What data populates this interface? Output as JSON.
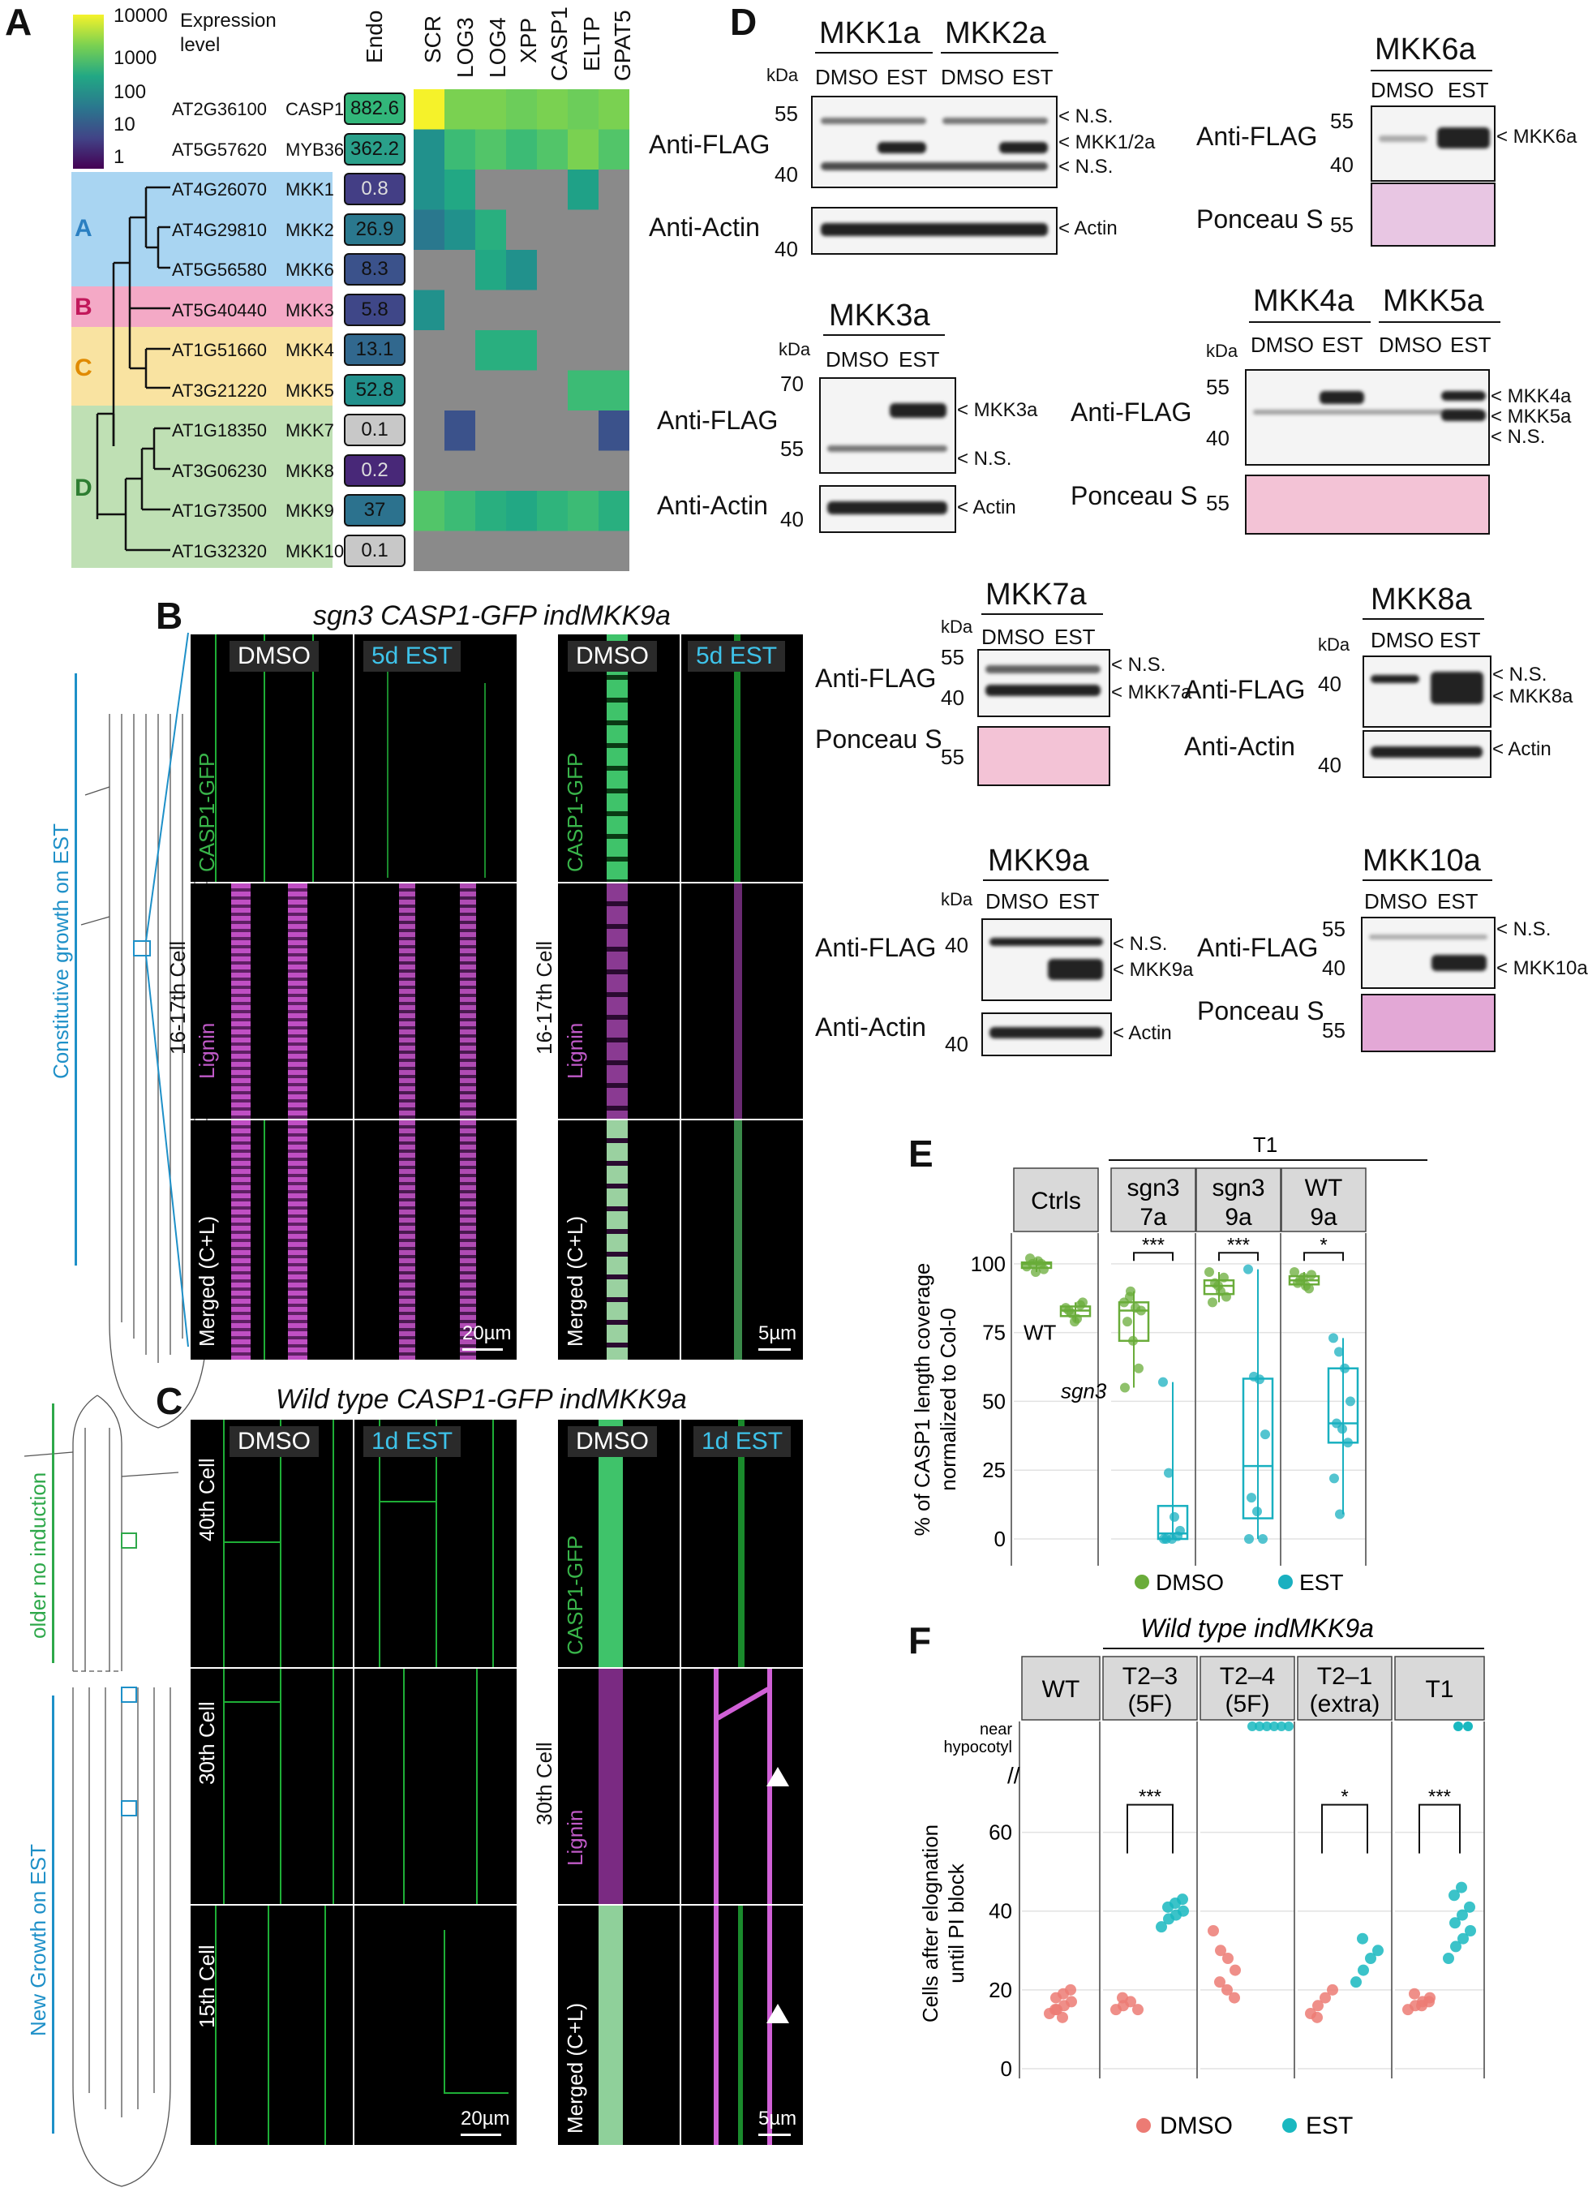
{
  "panels": {
    "A": "A",
    "B": "B",
    "C": "C",
    "D": "D",
    "E": "E",
    "F": "F"
  },
  "panelA": {
    "legend_title_1": "Expression",
    "legend_title_2": "level",
    "legend_ticks": [
      "10000",
      "1000",
      "100",
      "10",
      "1"
    ],
    "columns": [
      "Endo",
      "SCR",
      "LOG3",
      "LOG4",
      "XPP",
      "CASP1",
      "ELTP",
      "GPAT5"
    ],
    "groups": [
      {
        "label": "A",
        "color": "#a9d5f2"
      },
      {
        "label": "B",
        "color": "#f4a9c6"
      },
      {
        "label": "C",
        "color": "#f9e3a1"
      },
      {
        "label": "D",
        "color": "#bfe0b4"
      }
    ],
    "rows": [
      {
        "id": "AT2G36100",
        "name": "CASP1",
        "endo": "882.6"
      },
      {
        "id": "AT5G57620",
        "name": "MYB36",
        "endo": "362.2"
      },
      {
        "id": "AT4G26070",
        "name": "MKK1",
        "endo": "0.8"
      },
      {
        "id": "AT4G29810",
        "name": "MKK2",
        "endo": "26.9"
      },
      {
        "id": "AT5G56580",
        "name": "MKK6",
        "endo": "8.3"
      },
      {
        "id": "AT5G40440",
        "name": "MKK3",
        "endo": "5.8"
      },
      {
        "id": "AT1G51660",
        "name": "MKK4",
        "endo": "13.1"
      },
      {
        "id": "AT3G21220",
        "name": "MKK5",
        "endo": "52.8"
      },
      {
        "id": "AT1G18350",
        "name": "MKK7",
        "endo": "0.1"
      },
      {
        "id": "AT3G06230",
        "name": "MKK8",
        "endo": "0.2"
      },
      {
        "id": "AT1G73500",
        "name": "MKK9",
        "endo": "37"
      },
      {
        "id": "AT1G32320",
        "name": "MKK10",
        "endo": "0.1"
      }
    ]
  },
  "panelB": {
    "title": "sgn3 CASP1-GFP indMKK9a",
    "dmso": "DMSO",
    "est": "5d EST",
    "side_label": "Constitutive growth on EST",
    "cell_label": "16-17th Cell",
    "row_labels": [
      "CASP1-GFP",
      "Lignin",
      "Merged (C+L)"
    ],
    "scale1": "20µm",
    "scale2": "5µm"
  },
  "panelC": {
    "title": "Wild type CASP1-GFP indMKK9a",
    "dmso": "DMSO",
    "est": "1d EST",
    "side_label_1": "older no induction",
    "side_label_2": "New Growth on EST",
    "cells": [
      "40th Cell",
      "30th Cell",
      "15th Cell"
    ],
    "cell_right": "30th Cell",
    "row_labels": [
      "CASP1-GFP",
      "Lignin",
      "Merged (C+L)"
    ],
    "scale1": "20µm",
    "scale2": "5µm"
  },
  "panelD": {
    "kda": "kDa",
    "dmso": "DMSO",
    "est": "EST",
    "anti_flag": "Anti-FLAG",
    "anti_actin": "Anti-Actin",
    "ponceau": "Ponceau S",
    "ns": "< N.S.",
    "actin": "< Actin",
    "mkk1a": "MKK1a",
    "mkk2a": "MKK2a",
    "mkk12": "< MKK1/2a",
    "mkk6a": "MKK6a",
    "mkk6lab": "< MKK6a",
    "mkk3a": "MKK3a",
    "mkk3lab": "< MKK3a",
    "mkk4a": "MKK4a",
    "mkk5a": "MKK5a",
    "mkk4lab": "< MKK4a",
    "mkk5lab": "< MKK5a",
    "mkk7a": "MKK7a",
    "mkk7lab": "< MKK7a",
    "mkk8a": "MKK8a",
    "mkk8lab": "< MKK8a",
    "mkk9a": "MKK9a",
    "mkk9lab": "< MKK9a",
    "mkk10a": "MKK10a",
    "mkk10lab": "< MKK10a",
    "k55": "55",
    "k40": "40",
    "k70": "70"
  },
  "chart_data": [
    {
      "type": "box",
      "panel": "E",
      "ylabel": "% of CASP1 length coverage normalized to Col-0",
      "ylim": [
        0,
        100
      ],
      "yticks": [
        "0",
        "25",
        "50",
        "75",
        "100"
      ],
      "t1_label": "T1",
      "facets": [
        "Ctrls",
        "sgn3 7a",
        "sgn3 9a",
        "WT 9a"
      ],
      "annotations": [
        "WT",
        "sgn3"
      ],
      "significance": [
        "***",
        "***",
        "*"
      ],
      "legend": [
        "DMSO",
        "EST"
      ],
      "series": [
        {
          "facet": "Ctrls",
          "group": "WT",
          "treatment": "DMSO",
          "values": [
            99,
            100,
            101,
            98,
            102,
            97,
            100
          ]
        },
        {
          "facet": "Ctrls",
          "group": "sgn3",
          "treatment": "DMSO",
          "values": [
            84,
            82,
            80,
            86,
            83,
            79,
            85
          ]
        },
        {
          "facet": "sgn3 7a",
          "treatment": "DMSO",
          "values": [
            86,
            88,
            84,
            83,
            79,
            72,
            62,
            55,
            90
          ]
        },
        {
          "facet": "sgn3 7a",
          "treatment": "EST",
          "values": [
            57,
            24,
            8,
            3,
            0,
            0,
            1,
            0
          ]
        },
        {
          "facet": "sgn3 9a",
          "treatment": "DMSO",
          "values": [
            97,
            93,
            90,
            88,
            86,
            92,
            95
          ]
        },
        {
          "facet": "sgn3 9a",
          "treatment": "EST",
          "values": [
            98,
            59,
            58,
            38,
            15,
            10,
            0,
            0
          ]
        },
        {
          "facet": "WT 9a",
          "treatment": "DMSO",
          "values": [
            97,
            94,
            92,
            96,
            93,
            95,
            91
          ]
        },
        {
          "facet": "WT 9a",
          "treatment": "EST",
          "values": [
            73,
            68,
            62,
            50,
            42,
            40,
            35,
            22,
            9
          ]
        }
      ]
    },
    {
      "type": "scatter",
      "panel": "F",
      "title": "Wild type indMKK9a",
      "ylabel": "Cells after elognation until PI block",
      "ylim": [
        0,
        70
      ],
      "yticks": [
        "0",
        "20",
        "40",
        "60"
      ],
      "break_label": "near hypocotyl",
      "facets": [
        "WT",
        "T2–3 (5F)",
        "T2–4 (5F)",
        "T2–1 (extra)",
        "T1"
      ],
      "significance": [
        "***",
        "*",
        "***"
      ],
      "legend": [
        "DMSO",
        "EST"
      ],
      "series": [
        {
          "facet": "WT",
          "treatment": "DMSO",
          "values": [
            14,
            15,
            16,
            17,
            18,
            19,
            20,
            15,
            13
          ]
        },
        {
          "facet": "T2–3 (5F)",
          "treatment": "DMSO",
          "values": [
            15,
            16,
            17,
            15,
            18
          ]
        },
        {
          "facet": "T2–3 (5F)",
          "treatment": "EST",
          "values": [
            36,
            38,
            39,
            40,
            41,
            42,
            43
          ]
        },
        {
          "facet": "T2–4 (5F)",
          "treatment": "DMSO",
          "values": [
            35,
            30,
            28,
            25,
            22,
            20,
            18
          ]
        },
        {
          "facet": "T2–4 (5F)",
          "treatment": "EST",
          "values": [
            "near hypocotyl"
          ]
        },
        {
          "facet": "T2–1 (extra)",
          "treatment": "DMSO",
          "values": [
            14,
            16,
            18,
            20,
            13
          ]
        },
        {
          "facet": "T2–1 (extra)",
          "treatment": "EST",
          "values": [
            22,
            25,
            28,
            30,
            33
          ]
        },
        {
          "facet": "T1",
          "treatment": "DMSO",
          "values": [
            15,
            16,
            17,
            18,
            19,
            16,
            17
          ]
        },
        {
          "facet": "T1",
          "treatment": "EST",
          "values": [
            28,
            31,
            33,
            35,
            37,
            39,
            41,
            44,
            46
          ]
        }
      ]
    }
  ]
}
